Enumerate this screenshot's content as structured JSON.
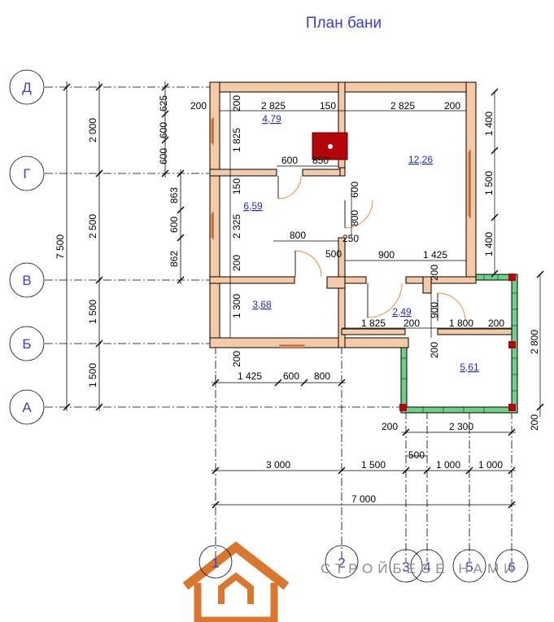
{
  "title": "План бани",
  "axes_rows": [
    "Д",
    "Г",
    "В",
    "Б",
    "А"
  ],
  "axes_cols": [
    "1",
    "2",
    "3",
    "4",
    "5",
    "6"
  ],
  "room_areas": [
    "4,79",
    "12,26",
    "6,59",
    "3,68",
    "2,49",
    "5,61"
  ],
  "dims": {
    "left_outer": [
      "7 500"
    ],
    "left_mid": [
      "2 000",
      "2 500",
      "1 500",
      "1 500"
    ],
    "left_win_top": [
      "600",
      "600",
      "625"
    ],
    "left_win_mid": [
      "863",
      "600",
      "862"
    ],
    "wall_inner_left": [
      "200",
      "1 825",
      "150",
      "2 325",
      "200",
      "1 300",
      "200"
    ],
    "top_inner": [
      "200",
      "2 825",
      "150",
      "2 825",
      "200"
    ],
    "right_vert": [
      "1 400",
      "1 500",
      "1 400"
    ],
    "right_terrace": [
      "2 800",
      "200"
    ],
    "door_marks": [
      "600",
      "850",
      "600",
      "800",
      "800",
      "250",
      "500",
      "900",
      "1 425",
      "200",
      "900",
      "1 825",
      "200",
      "1 800",
      "200",
      "200"
    ],
    "bottom_row1": [
      "1 425",
      "600",
      "800"
    ],
    "bottom_row2": [
      "200",
      "2 300"
    ],
    "bottom_500": "500",
    "bottom_row3": [
      "3 000",
      "1 500",
      "1 000",
      "1 000"
    ],
    "bottom_total": "7 000"
  },
  "brand": "СТРОЙБЕСЕ НАМИ",
  "colors": {
    "wall": "#f4c9a6",
    "wall_stroke": "#000000",
    "terrace": "#6ed18a",
    "stove": "#b3050a",
    "axis": "#3b3bd6",
    "door": "#f08a3c",
    "logo": "#d9772f"
  }
}
